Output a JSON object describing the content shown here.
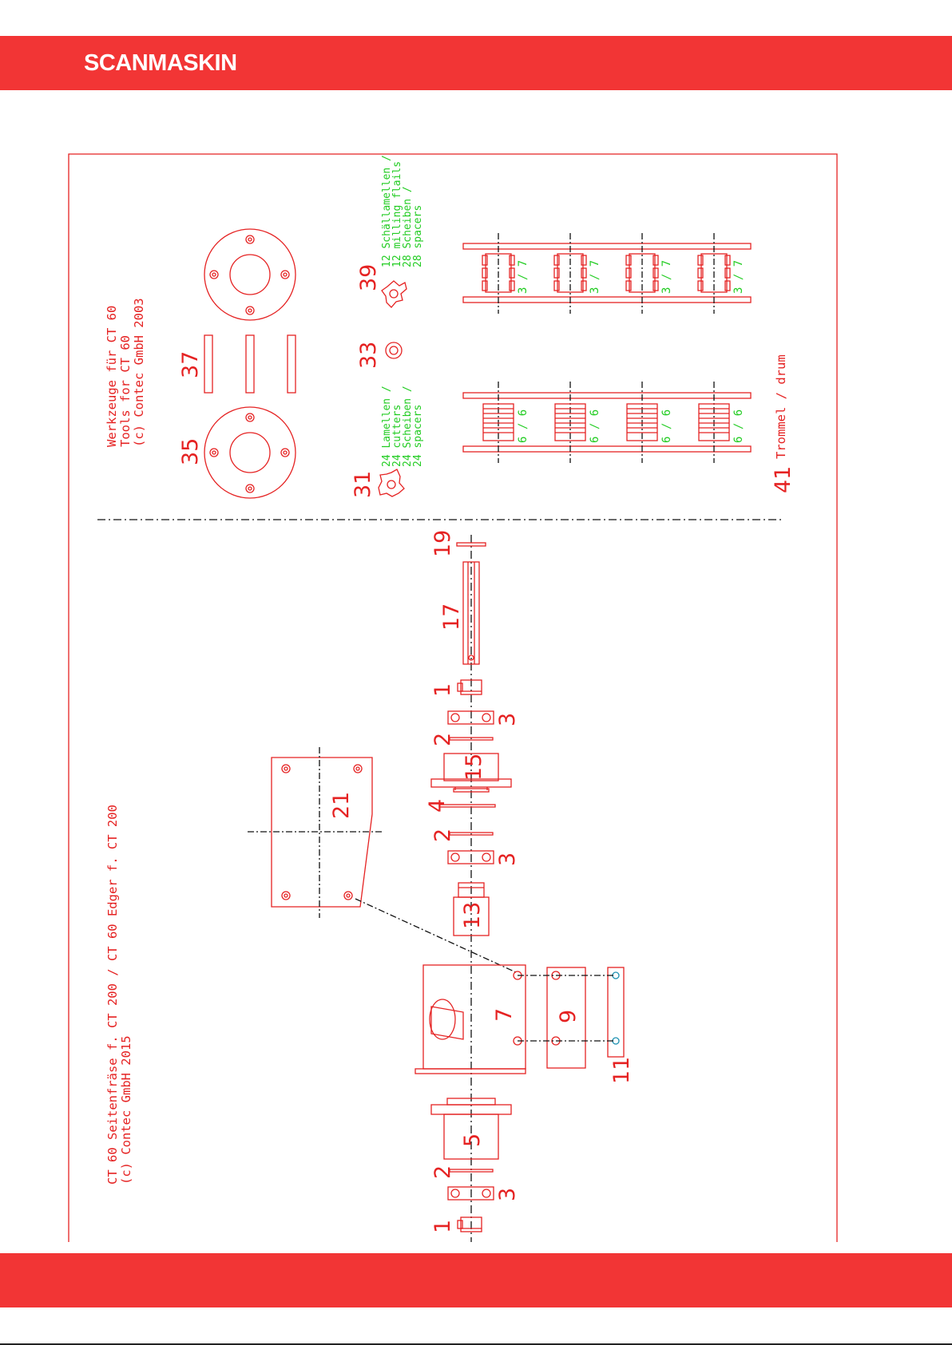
{
  "header": {
    "brand": "SCANMASKIN"
  },
  "colors": {
    "brand_red": "#f23535",
    "drawing_red": "#e52222",
    "annotation_green": "#22cc22"
  },
  "drawing": {
    "main_title_line1": "CT 60 Seitenfräse f. CT 200 / CT 60 Edger f. CT 200",
    "main_title_line2": "(c) Contec GmbH 2015",
    "tools_title_line1": "Werkzeuge für CT 60",
    "tools_title_line2": "Tools for CT 60",
    "tools_title_line3": "(c) Contec GmbH 2003",
    "notes_31": [
      "24 Lamellen /",
      "24 cutters",
      "24 Scheiben /",
      "24 spacers"
    ],
    "notes_39": [
      "12 Schällamellen /",
      "12 milling flails",
      "28 Scheiben /",
      "28 spacers"
    ],
    "drum_label": "Trommel / drum",
    "ratio_cutters": "6 / 6",
    "ratio_flails": "3 / 7",
    "parts": {
      "p1a": "1",
      "p2a": "2",
      "p3a": "3",
      "p5": "5",
      "p7": "7",
      "p9": "9",
      "p11": "11",
      "p13": "13",
      "p3b": "3",
      "p2b": "2",
      "p4": "4",
      "p21": "21",
      "p15": "15",
      "p2c": "2",
      "p3c": "3",
      "p1b": "1",
      "p17": "17",
      "p19": "19",
      "p31": "31",
      "p33": "33",
      "p35": "35",
      "p37": "37",
      "p39": "39",
      "p41": "41"
    }
  }
}
